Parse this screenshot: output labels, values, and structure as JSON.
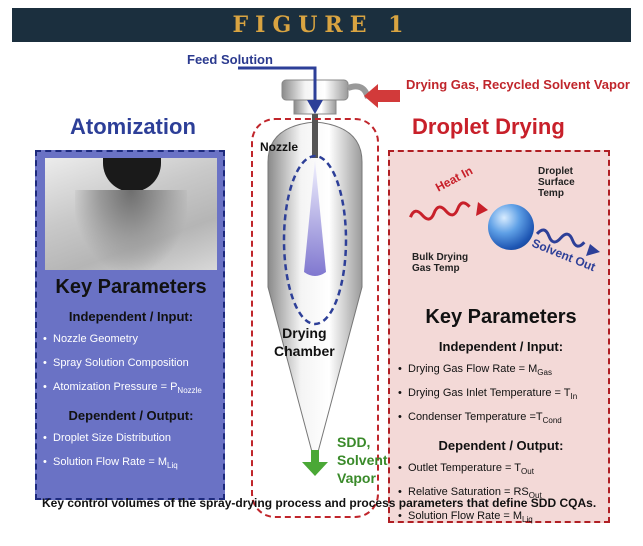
{
  "figure_label": "FIGURE 1",
  "feed_solution": "Feed Solution",
  "drying_gas": "Drying Gas, Recycled Solvent Vapor",
  "atomization": {
    "title": "Atomization",
    "key_parameters": "Key Parameters",
    "independent_title": "Independent / Input:",
    "independent_items": [
      "Nozzle Geometry",
      "Spray Solution Composition",
      "Atomization Pressure = P"
    ],
    "independent_subscripts": [
      "",
      "",
      "Nozzle"
    ],
    "dependent_title": "Dependent / Output:",
    "dependent_items": [
      "Droplet Size Distribution",
      "Solution Flow Rate = M"
    ],
    "dependent_subscripts": [
      "",
      "Liq"
    ]
  },
  "droplet_drying": {
    "title": "Droplet Drying",
    "heat_in": "Heat In",
    "droplet_surface_temp": "Droplet Surface Temp",
    "bulk_drying_gas_temp": "Bulk Drying Gas Temp",
    "solvent_out": "Solvent Out",
    "key_parameters": "Key Parameters",
    "independent_title": "Independent / Input:",
    "independent_items": [
      "Drying Gas Flow Rate = M",
      "Drying Gas Inlet Temperature = T",
      "Condenser Temperature =T"
    ],
    "independent_subscripts": [
      "Gas",
      "In",
      "Cond"
    ],
    "dependent_title": "Dependent / Output:",
    "dependent_items": [
      "Outlet Temperature = T",
      "Relative Saturation = RS",
      "Solution Flow Rate = M"
    ],
    "dependent_subscripts": [
      "Out",
      "Out",
      "Liq"
    ]
  },
  "center": {
    "nozzle": "Nozzle",
    "drying_chamber_line1": "Drying",
    "drying_chamber_line2": "Chamber",
    "output_line1": "SDD,",
    "output_line2": "Solvent",
    "output_line3": "Vapor"
  },
  "caption": "Key control volumes of the spray-drying process and process parameters that define SDD CQAs.",
  "colors": {
    "header_bg": "#1b2f3e",
    "header_text": "#d9a441",
    "atomization_panel": "#6a72c5",
    "droplet_panel": "#f3d9d7",
    "red_accent": "#c0252b",
    "blue_accent": "#2d3f98",
    "green_accent": "#3a8a2a"
  }
}
